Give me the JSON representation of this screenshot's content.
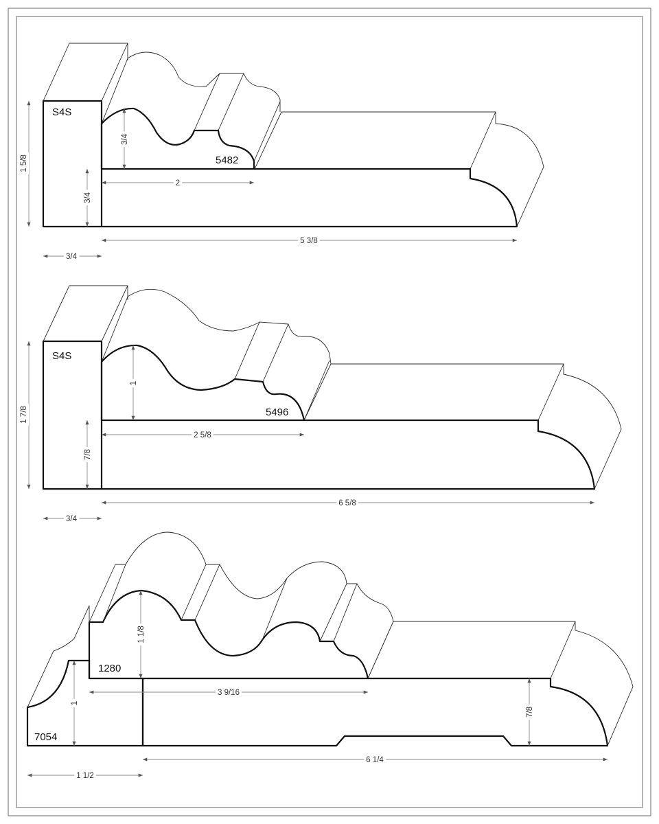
{
  "colors": {
    "line": "#111111",
    "dimension": "#8a8a8a",
    "frame": "#9a9a9a"
  },
  "profiles": [
    {
      "labels": {
        "stock": "S4S",
        "part": "5482"
      },
      "dims": {
        "total_height": "1 5/8",
        "stock_height": "3/4",
        "profile_height": "3/4",
        "profile_width": "2",
        "base_width": "5 3/8",
        "stock_width": "3/4"
      }
    },
    {
      "labels": {
        "stock": "S4S",
        "part": "5496"
      },
      "dims": {
        "total_height": "1 7/8",
        "stock_height": "7/8",
        "profile_height": "1",
        "profile_width": "2 5/8",
        "base_width": "6 5/8",
        "stock_width": "3/4"
      }
    },
    {
      "labels": {
        "crown": "1280",
        "base": "7054"
      },
      "dims": {
        "crown_height": "1 1/8",
        "crown_width": "3 9/16",
        "base_height": "7/8",
        "base_width": "6 1/4",
        "left_height": "1",
        "left_width": "1 1/2"
      }
    }
  ]
}
